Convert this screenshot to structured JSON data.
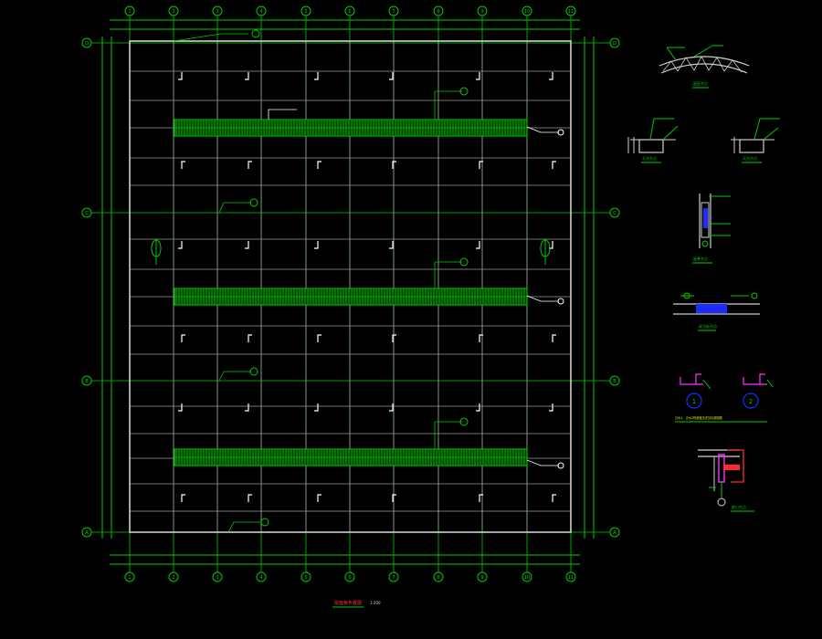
{
  "drawing": {
    "background": "#000000",
    "colors": {
      "grid_line": "#9a9a9a",
      "axis_line": "#00cc00",
      "dimension": "#00cc00",
      "frame": "#cfcfcf",
      "hatch": "#00d800",
      "detail_white": "#ffffff",
      "detail_red": "#ff2a2a",
      "detail_blue": "#1e2bff",
      "detail_magenta": "#ff33ff",
      "detail_yellow": "#e8e800"
    },
    "column_axes": [
      "1",
      "2",
      "3",
      "4",
      "5",
      "6",
      "7",
      "8",
      "9",
      "10",
      "11"
    ],
    "row_axes": [
      "A",
      "B",
      "C",
      "D"
    ],
    "sheet_title": "屋面板布置图",
    "sheet_scale": "1:100",
    "detail_captions": {
      "roof_section": "屋面节点",
      "gutter_left": "天沟节点",
      "gutter_right": "天沟节点",
      "ridge": "屋脊节点",
      "skylight": "采光板节点",
      "flashing_note": "泛水1、泛水2构造做法详见标准图集",
      "eave": "檐口节点"
    },
    "balloons": [
      "1",
      "2"
    ]
  }
}
